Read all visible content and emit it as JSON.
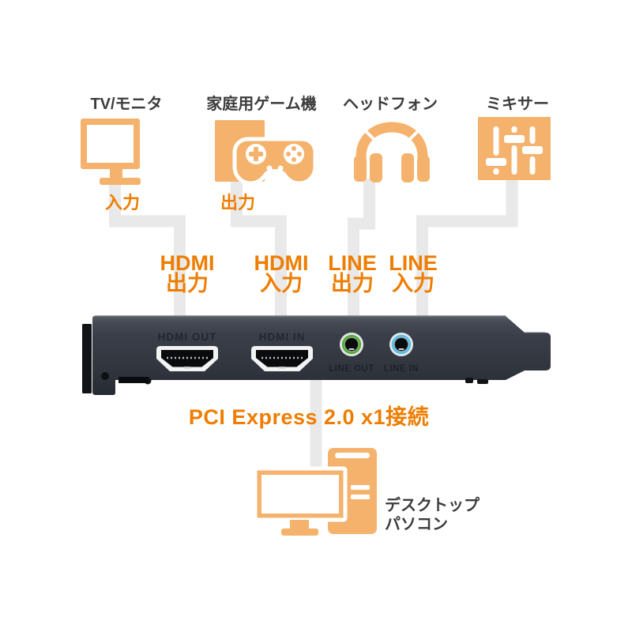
{
  "colors": {
    "icon_orange": "#f5b26c",
    "text_orange": "#ee7d01",
    "connector_gray": "#e9e9e9",
    "label_dark": "#3c3c3c",
    "card_body": "#343943",
    "jack_green": "#56ad35",
    "jack_blue": "#58bfe4"
  },
  "devices": [
    {
      "label": "TV/モニタ",
      "direction": "入力",
      "icon": "monitor-icon"
    },
    {
      "label": "家庭用ゲーム機",
      "direction": "出力",
      "icon": "gamepad-icon"
    },
    {
      "label": "ヘッドフォン",
      "direction": "",
      "icon": "headphones-icon"
    },
    {
      "label": "ミキサー",
      "direction": "",
      "icon": "mixer-icon"
    }
  ],
  "port_labels": [
    {
      "line1": "HDMI",
      "line2": "出力"
    },
    {
      "line1": "HDMI",
      "line2": "入力"
    },
    {
      "line1": "LINE",
      "line2": "出力"
    },
    {
      "line1": "LINE",
      "line2": "入力"
    }
  ],
  "card": {
    "ports": [
      {
        "label": "HDMI OUT"
      },
      {
        "label": "HDMI IN"
      },
      {
        "label": "LINE OUT"
      },
      {
        "label": "LINE IN"
      }
    ]
  },
  "connection_label": "PCI Express 2.0 x1接続",
  "computer": {
    "label_line1": "デスクトップ",
    "label_line2": "パソコン"
  }
}
